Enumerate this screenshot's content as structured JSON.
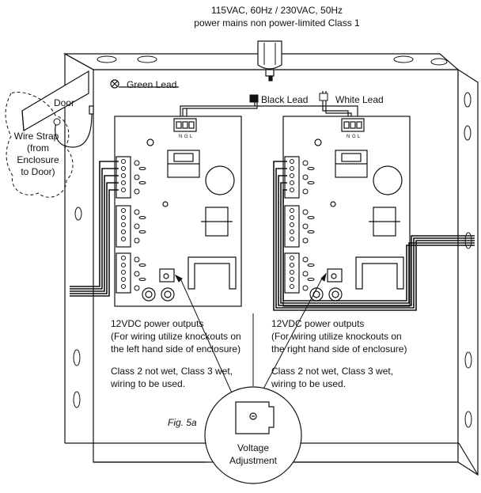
{
  "mains": {
    "line1": "115VAC, 60Hz / 230VAC, 50Hz",
    "line2": "power mains non power-limited Class 1"
  },
  "leads": {
    "green": "Green Lead",
    "black": "Black Lead",
    "white": "White Lead"
  },
  "door": {
    "label": "Door",
    "strap_lines": [
      "Wire Strap",
      "(from",
      "Enclosure",
      "to Door)"
    ]
  },
  "terminal_letters": [
    "N",
    "G",
    "L"
  ],
  "left_notes": {
    "line1": "12VDC power outputs",
    "line2": "(For wiring utilize knockouts on",
    "line3": "the left hand side of enclosure)",
    "line4": "Class 2 not wet, Class 3 wet,",
    "line5": "wiring to be used."
  },
  "right_notes": {
    "line1": "12VDC power outputs",
    "line2": "(For wiring utilize knockouts on",
    "line3": "the right hand side of enclosure)",
    "line4": "Class 2 not wet, Class 3 wet,",
    "line5": "wiring to be used."
  },
  "figure": "Fig. 5a",
  "voltage_adj": [
    "Voltage",
    "Adjustment"
  ],
  "colors": {
    "line": "#111111",
    "paper": "#ffffff"
  }
}
